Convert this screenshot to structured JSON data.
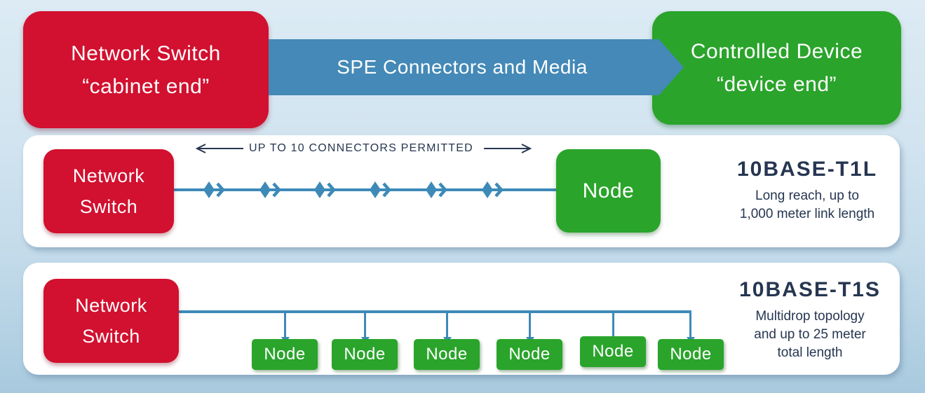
{
  "colors": {
    "red": "#d2102f",
    "green": "#2aa42b",
    "arrow_blue": "#4489b7",
    "line_blue": "#3d8ab8",
    "navy": "#263651",
    "background_top": "#dcebf4",
    "background_bottom": "#a8cade",
    "panel": "#ffffff"
  },
  "header": {
    "switch_box": {
      "line1": "Network Switch",
      "line2": "“cabinet end”"
    },
    "arrow_label": "SPE Connectors and Media",
    "device_box": {
      "line1": "Controlled Device",
      "line2": "“device end”"
    }
  },
  "t1l_panel": {
    "switch_box": {
      "line1": "Network",
      "line2": "Switch"
    },
    "connectors_label": "UP TO 10 CONNECTORS PERMITTED",
    "connector_count": 6,
    "node_label": "Node",
    "title": "10BASE-T1L",
    "subtitle_line1": "Long reach, up to",
    "subtitle_line2": "1,000 meter link length"
  },
  "t1s_panel": {
    "switch_box": {
      "line1": "Network",
      "line2": "Switch"
    },
    "nodes": [
      "Node",
      "Node",
      "Node",
      "Node",
      "Node",
      "Node"
    ],
    "title": "10BASE-T1S",
    "subtitle_line1": "Multidrop topology",
    "subtitle_line2": "and up to 25 meter",
    "subtitle_line3": "total length"
  }
}
